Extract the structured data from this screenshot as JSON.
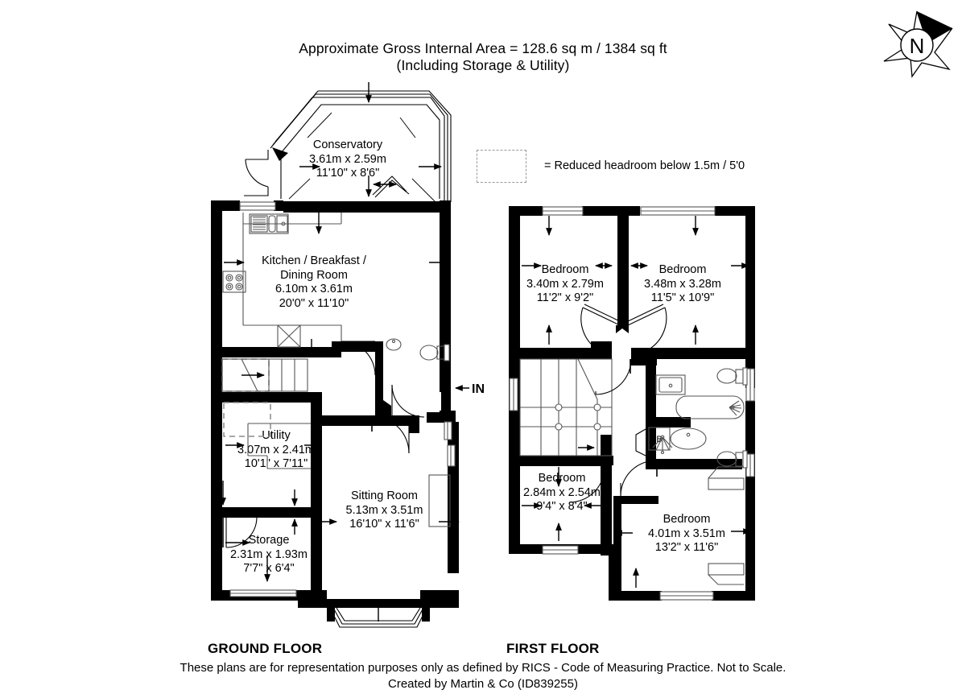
{
  "header": {
    "line1": "Approximate Gross Internal Area = 128.6 sq m / 1384 sq ft",
    "line2": "(Including Storage & Utility)"
  },
  "legend": {
    "text": "= Reduced headroom below 1.5m / 5'0",
    "swatch_name": "reduced-headroom-swatch"
  },
  "compass": {
    "label": "N"
  },
  "entrance": {
    "label": "IN"
  },
  "floors": [
    {
      "id": "ground",
      "title": "GROUND FLOOR",
      "rooms": [
        {
          "name": "Conservatory",
          "metric": "3.61m x 2.59m",
          "imperial": "11'10\" x 8'6\""
        },
        {
          "name": "Kitchen / Breakfast /",
          "name2": "Dining Room",
          "metric": "6.10m x 3.61m",
          "imperial": "20'0\" x 11'10\""
        },
        {
          "name": "Utility",
          "metric": "3.07m x 2.41m",
          "imperial": "10'1\" x 7'11\""
        },
        {
          "name": "Storage",
          "metric": "2.31m x 1.93m",
          "imperial": "7'7\" x 6'4\""
        },
        {
          "name": "Sitting Room",
          "metric": "5.13m x 3.51m",
          "imperial": "16'10\" x 11'6\""
        }
      ]
    },
    {
      "id": "first",
      "title": "FIRST FLOOR",
      "rooms": [
        {
          "name": "Bedroom",
          "metric": "3.40m x 2.79m",
          "imperial": "11'2\" x 9'2\""
        },
        {
          "name": "Bedroom",
          "metric": "3.48m x 3.28m",
          "imperial": "11'5\" x 10'9\""
        },
        {
          "name": "Bedroom",
          "metric": "2.84m x 2.54m",
          "imperial": "9'4\" x 8'4\""
        },
        {
          "name": "Bedroom",
          "metric": "4.01m x 3.51m",
          "imperial": "13'2\" x 11'6\""
        }
      ],
      "boiler_label": "B"
    }
  ],
  "footer": {
    "line1": "These plans are for representation purposes only as defined by RICS - Code of Measuring Practice. Not to Scale.",
    "line2": "Created by Martin & Co (ID839255)"
  },
  "colors": {
    "wall": "#000000",
    "paper": "#ffffff",
    "fixture": "#555555",
    "dashed": "#8c8c8c"
  }
}
